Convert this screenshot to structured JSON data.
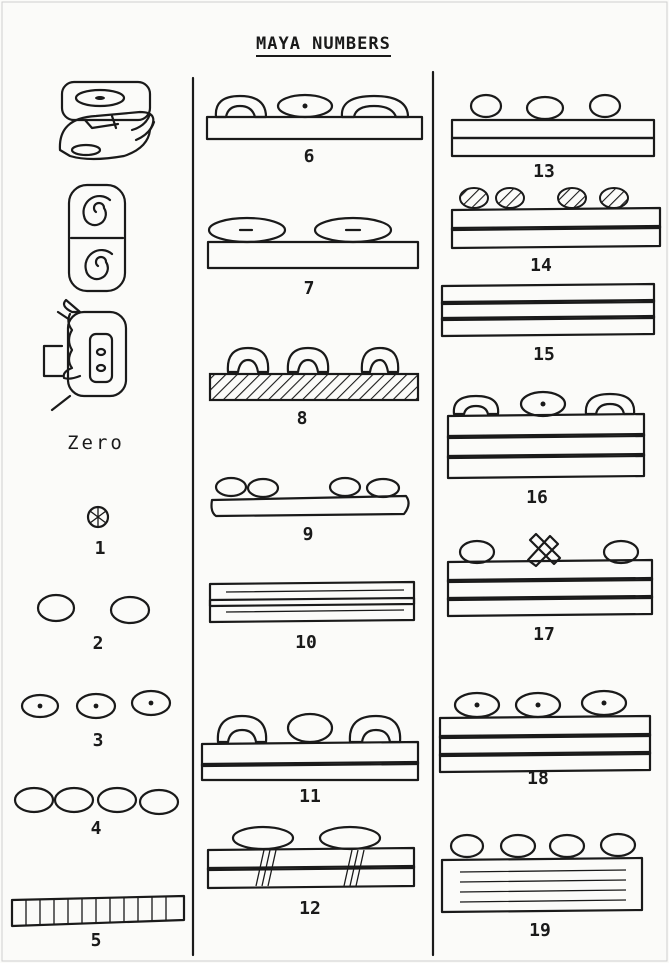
{
  "title": "MAYA NUMBERS",
  "numerals": [
    {
      "value": "Zero",
      "dots": 0,
      "bars": 0
    },
    {
      "value": "1",
      "dots": 1,
      "bars": 0
    },
    {
      "value": "2",
      "dots": 2,
      "bars": 0
    },
    {
      "value": "3",
      "dots": 3,
      "bars": 0
    },
    {
      "value": "4",
      "dots": 4,
      "bars": 0
    },
    {
      "value": "5",
      "dots": 0,
      "bars": 1
    },
    {
      "value": "6",
      "dots": 3,
      "bars": 1
    },
    {
      "value": "7",
      "dots": 2,
      "bars": 1
    },
    {
      "value": "8",
      "dots": 3,
      "bars": 1
    },
    {
      "value": "9",
      "dots": 4,
      "bars": 1
    },
    {
      "value": "10",
      "dots": 0,
      "bars": 2
    },
    {
      "value": "11",
      "dots": 3,
      "bars": 2
    },
    {
      "value": "12",
      "dots": 2,
      "bars": 2
    },
    {
      "value": "13",
      "dots": 3,
      "bars": 2
    },
    {
      "value": "14",
      "dots": 4,
      "bars": 2
    },
    {
      "value": "15",
      "dots": 0,
      "bars": 3
    },
    {
      "value": "16",
      "dots": 3,
      "bars": 3
    },
    {
      "value": "17",
      "dots": 3,
      "bars": 3
    },
    {
      "value": "18",
      "dots": 3,
      "bars": 3
    },
    {
      "value": "19",
      "dots": 4,
      "bars": 3
    }
  ]
}
